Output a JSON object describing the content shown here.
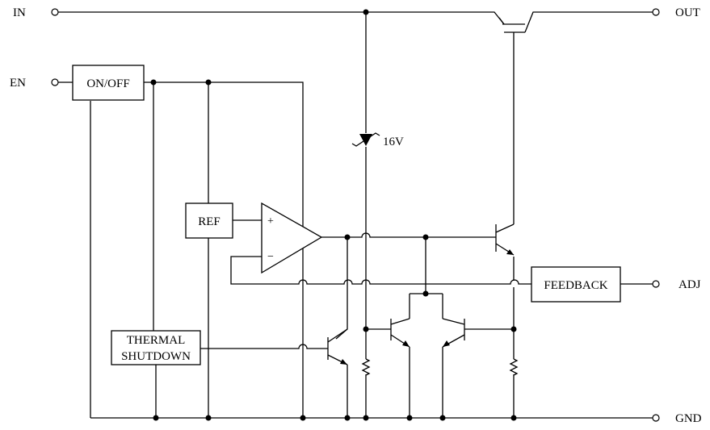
{
  "pins": {
    "in": "IN",
    "en": "EN",
    "out": "OUT",
    "adj": "ADJ",
    "gnd": "GND"
  },
  "blocks": {
    "on_off": "ON/OFF",
    "ref": "REF",
    "feedback": "FEEDBACK",
    "thermal_line1": "THERMAL",
    "thermal_line2": "SHUTDOWN"
  },
  "zener_label": "16V",
  "opamp": {
    "plus": "+",
    "minus": "−"
  }
}
